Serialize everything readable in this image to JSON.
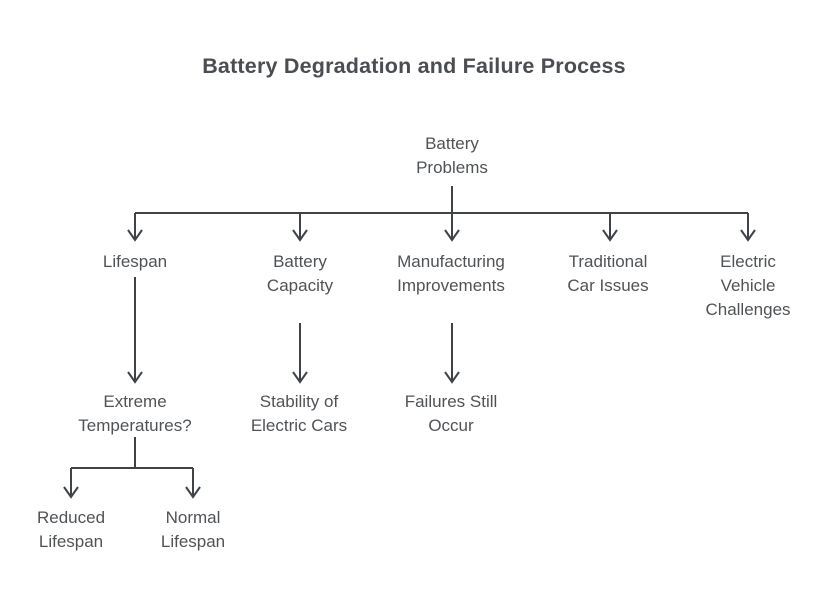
{
  "title": "Battery Degradation and Failure Process",
  "colors": {
    "background": "#ffffff",
    "line": "#3f4347",
    "node_text": "#505356",
    "title_text": "#4a4d51"
  },
  "diagram": {
    "type": "flowchart",
    "nodes": {
      "root": "Battery\nProblems",
      "lifespan": "Lifespan",
      "battery_capacity": "Battery\nCapacity",
      "manufacturing_improvements": "Manufacturing\nImprovements",
      "traditional_car_issues": "Traditional\nCar Issues",
      "electric_vehicle_challenges": "Electric\nVehicle\nChallenges",
      "extreme_temperatures": "Extreme\nTemperatures?",
      "stability_of_electric_cars": "Stability of\nElectric Cars",
      "failures_still_occur": "Failures Still\nOccur",
      "reduced_lifespan": "Reduced\nLifespan",
      "normal_lifespan": "Normal\nLifespan"
    },
    "edges": [
      {
        "from": "Battery Problems",
        "to": "Lifespan"
      },
      {
        "from": "Battery Problems",
        "to": "Battery Capacity"
      },
      {
        "from": "Battery Problems",
        "to": "Manufacturing Improvements"
      },
      {
        "from": "Battery Problems",
        "to": "Traditional Car Issues"
      },
      {
        "from": "Battery Problems",
        "to": "Electric Vehicle Challenges"
      },
      {
        "from": "Lifespan",
        "to": "Extreme Temperatures?"
      },
      {
        "from": "Battery Capacity",
        "to": "Stability of Electric Cars"
      },
      {
        "from": "Manufacturing Improvements",
        "to": "Failures Still Occur"
      },
      {
        "from": "Extreme Temperatures?",
        "to": "Reduced Lifespan"
      },
      {
        "from": "Extreme Temperatures?",
        "to": "Normal Lifespan"
      }
    ]
  }
}
